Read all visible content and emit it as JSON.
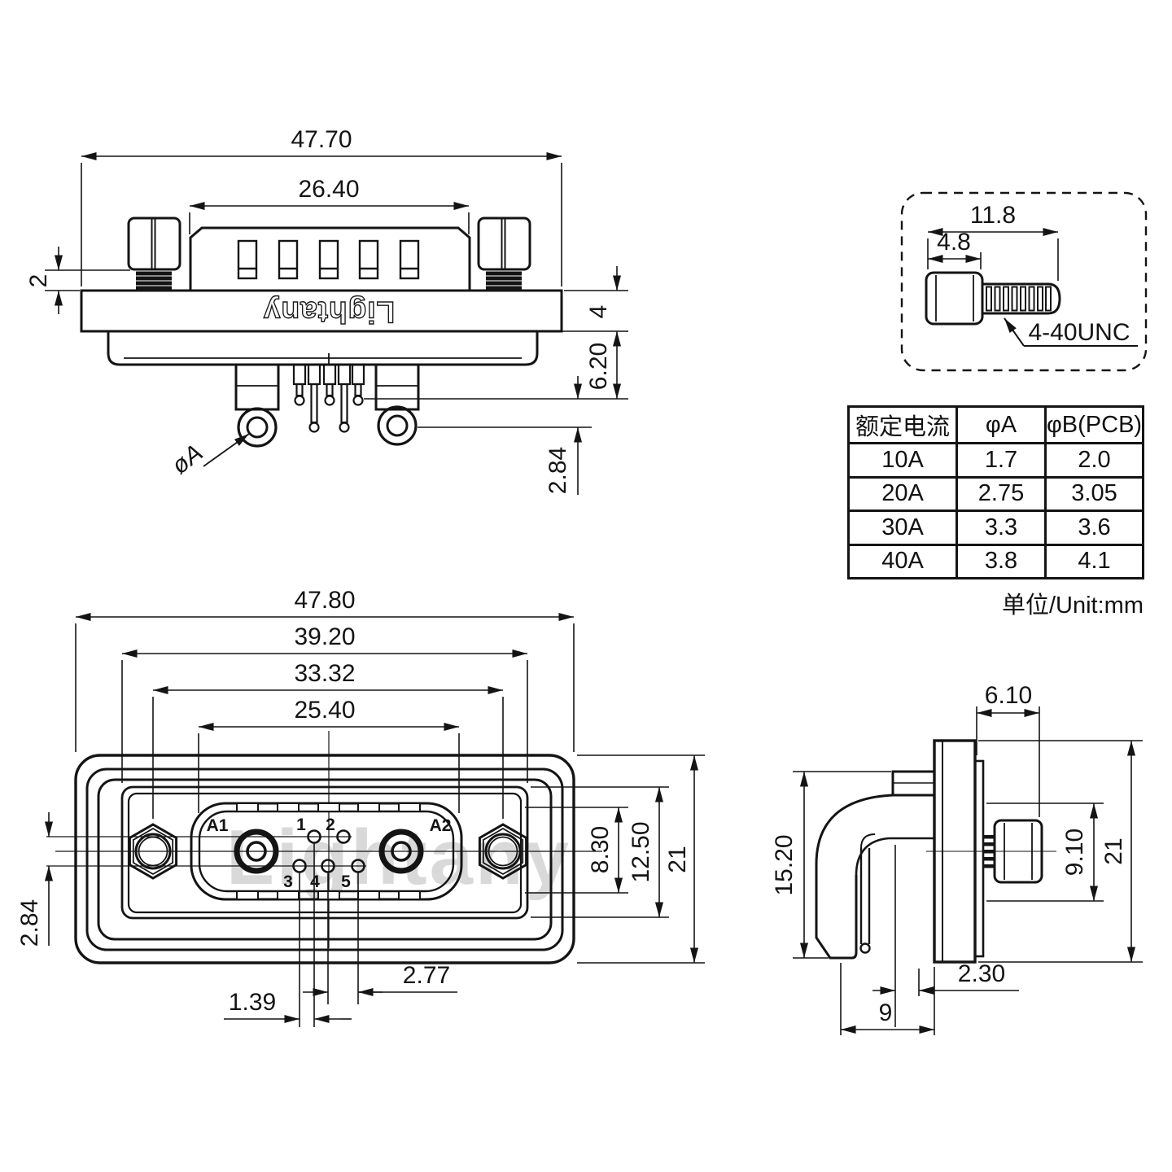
{
  "watermark_text": "Lightany",
  "views": {
    "top": {
      "brand_engraving": "Lightany",
      "dim_overall_width": "47.70",
      "dim_insert_width": "26.40",
      "dim_screw_gap": "2",
      "dim_flange_thickness": "4",
      "dim_shell_depth": "6.20",
      "dim_pin_row_offset": "2.84",
      "label_pin_dia": "øA"
    },
    "screw_detail": {
      "dim_total_length": "11.8",
      "dim_head_length": "4.8",
      "label_thread": "4-40UNC"
    },
    "front": {
      "dim_overall_width": "47.80",
      "dim_window_width": "39.20",
      "dim_mount_spacing": "33.32",
      "dim_shell_width": "25.40",
      "dim_pin_row_offset": "2.84",
      "dim_shell_height": "8.30",
      "dim_window_height": "12.50",
      "dim_overall_height": "21",
      "dim_pin_pitch": "2.77",
      "dim_pin_half_pitch": "1.39",
      "label_a1": "A1",
      "label_a2": "A2",
      "label_p1": "1",
      "label_p2": "2",
      "label_p3": "3",
      "label_p4": "4",
      "label_p5": "5"
    },
    "side": {
      "dim_head_offset": "6.10",
      "dim_body_height": "15.20",
      "dim_screw_height": "9.10",
      "dim_overall_height": "21",
      "dim_pin_offset": "2.30",
      "dim_pin_depth": "9"
    }
  },
  "spec_table": {
    "col_headers": [
      "额定电流",
      "φA",
      "φB(PCB)"
    ],
    "rows": [
      {
        "current": "10A",
        "dia_a": "1.7",
        "dia_b": "2.0"
      },
      {
        "current": "20A",
        "dia_a": "2.75",
        "dia_b": "3.05"
      },
      {
        "current": "30A",
        "dia_a": "3.3",
        "dia_b": "3.6"
      },
      {
        "current": "40A",
        "dia_a": "3.8",
        "dia_b": "4.1"
      }
    ],
    "unit_note": "单位/Unit:mm"
  }
}
